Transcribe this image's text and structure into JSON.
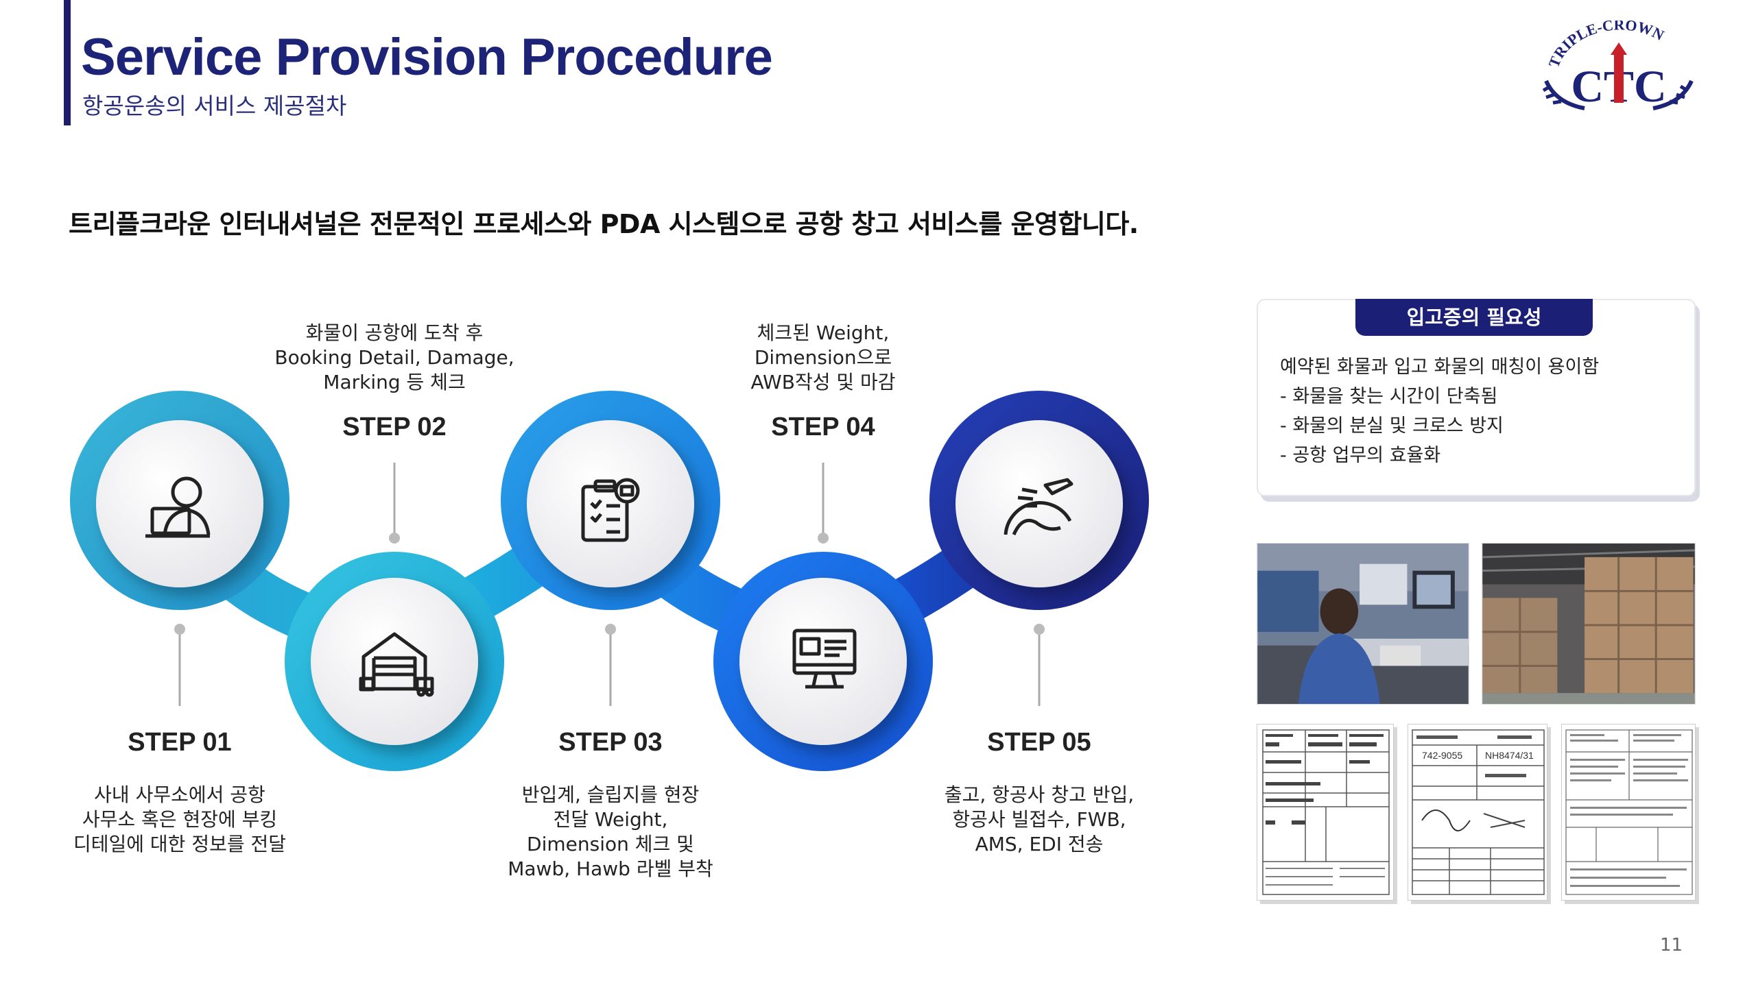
{
  "header": {
    "title": "Service Provision Procedure",
    "subtitle": "항공운송의 서비스 제공절차"
  },
  "logo": {
    "text_top": "TRIPLE-CROWN",
    "text_mid": "CTC",
    "color": "#1d2377"
  },
  "headline": "트리플크라운 인터내셔널은 전문적인 프로세스와 PDA 시스템으로 공항 창고 서비스를 운영합니다.",
  "steps": [
    {
      "label": "STEP 01",
      "icon": "person-laptop-icon",
      "desc": [
        "사내 사무소에서 공항",
        "사무소 혹은 현장에 부킹",
        "디테일에 대한 정보를 전달"
      ]
    },
    {
      "label": "STEP 02",
      "icon": "warehouse-icon",
      "desc": [
        "화물이 공항에 도착 후",
        "Booking Detail, Damage,",
        "Marking 등 체크"
      ]
    },
    {
      "label": "STEP 03",
      "icon": "clipboard-checklist-icon",
      "desc": [
        "반입계, 슬립지를 현장",
        "전달 Weight,",
        "Dimension 체크 및",
        "Mawb, Hawb 라벨 부착"
      ]
    },
    {
      "label": "STEP 04",
      "icon": "computer-monitor-icon",
      "desc": [
        "체크된 Weight,",
        "Dimension으로",
        "AWB작성 및 마감"
      ]
    },
    {
      "label": "STEP 05",
      "icon": "globe-plane-icon",
      "desc": [
        "출고, 항공사 창고 반입,",
        "항공사 빌접수, FWB,",
        "AMS, EDI 전송"
      ]
    }
  ],
  "info_card": {
    "title": "입고증의 필요성",
    "lines": [
      "예약된 화물과 입고 화물의 매칭이 용이함",
      "- 화물을 찾는 시간이 단축됨",
      "- 화물의 분실 및 크로스 방지",
      "- 공항 업무의 효율화"
    ]
  },
  "documents": {
    "doc2_awb": "742-9055",
    "doc2_ref": "NH8474/31"
  },
  "colors": {
    "navy": "#1d2377",
    "step_gradient": [
      "#2aa7d6",
      "#1fb6d9",
      "#1a8ce0",
      "#1565e0",
      "#1d2a8e"
    ]
  },
  "page_number": "11"
}
